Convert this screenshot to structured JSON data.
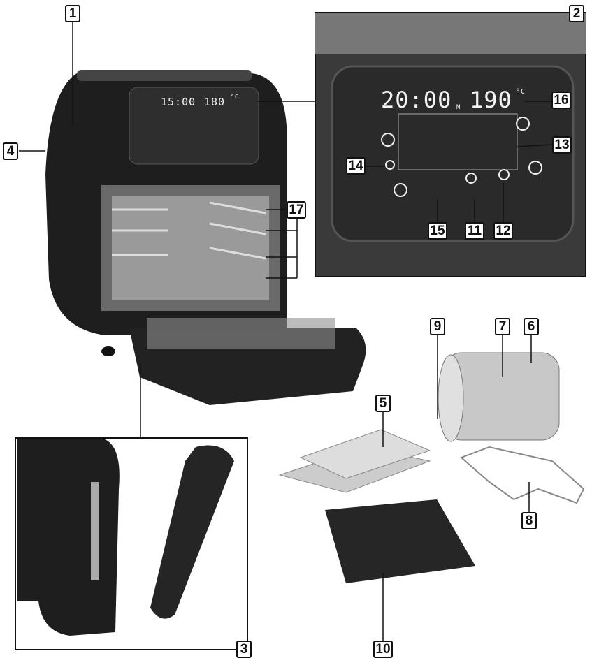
{
  "callouts": [
    "1",
    "2",
    "3",
    "4",
    "5",
    "6",
    "7",
    "8",
    "9",
    "10",
    "11",
    "12",
    "13",
    "14",
    "15",
    "16",
    "17"
  ],
  "display_small": {
    "time": "15:00",
    "temp": "180",
    "unit": "°C"
  },
  "display_large": {
    "time": "20:00",
    "minute_suffix": "M",
    "temp": "190",
    "unit": "°C"
  },
  "colors": {
    "body": "#1c1c1c",
    "panel": "#2b2b2b",
    "metal": "#bdbdbd",
    "outline": "#111111"
  }
}
